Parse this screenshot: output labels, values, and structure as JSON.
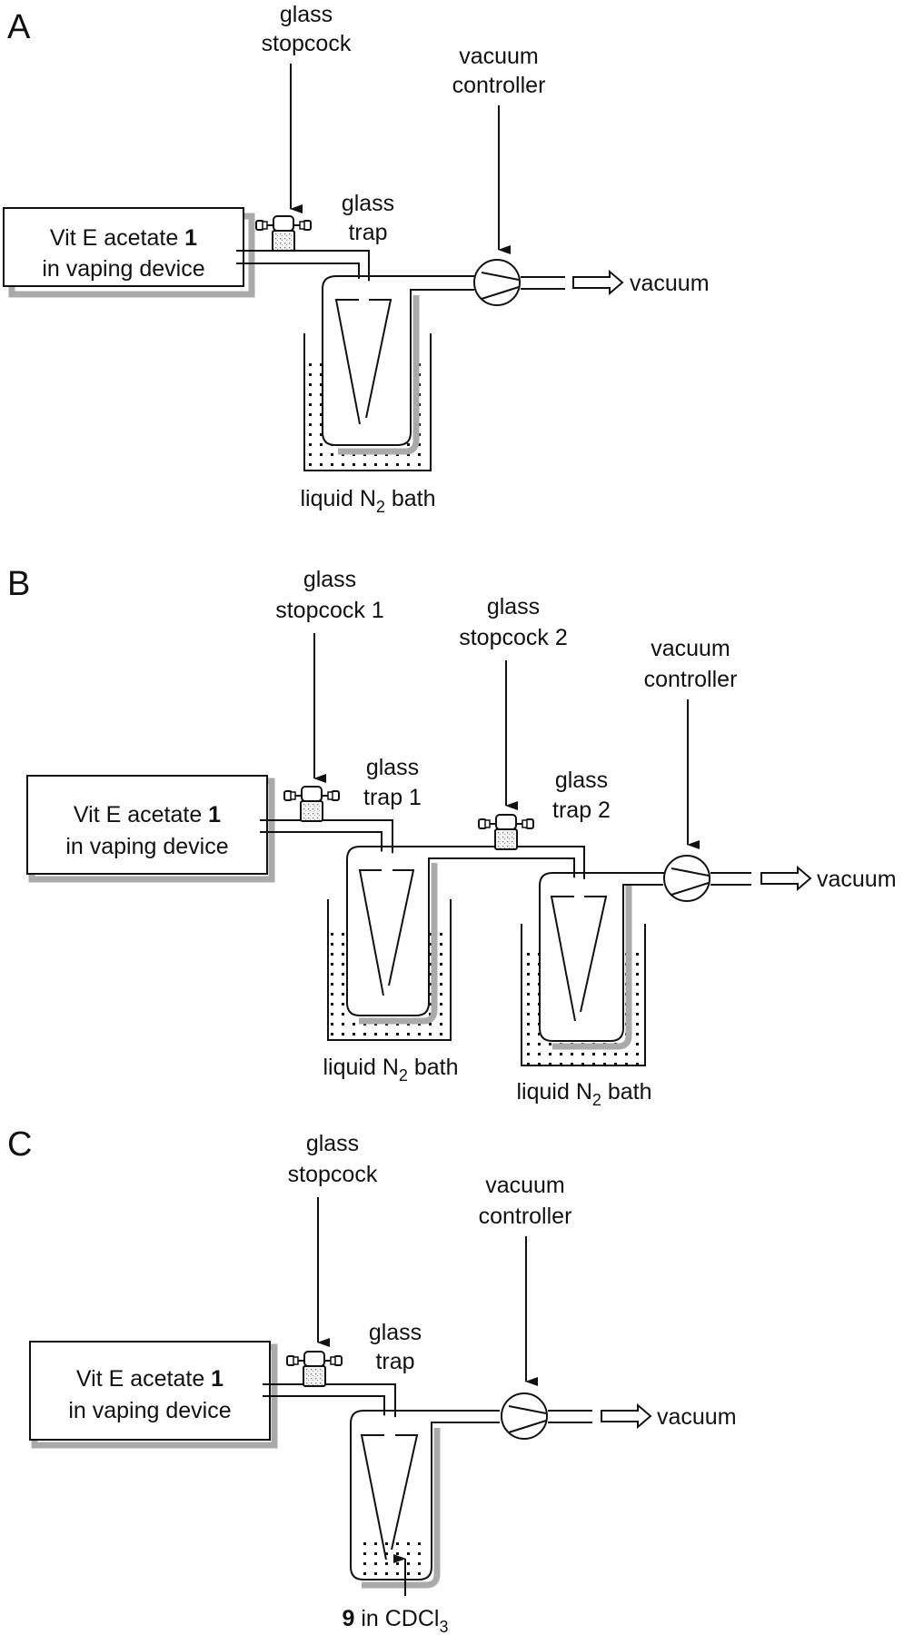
{
  "figure": {
    "panels": [
      {
        "id": "A",
        "letter": "A",
        "source_box": {
          "line1_prefix": "Vit E acetate ",
          "line1_bold": "1",
          "line2": "in vaping device"
        },
        "stopcock_label": [
          "glass",
          "stopcock"
        ],
        "traps": [
          {
            "label": [
              "glass",
              "trap"
            ],
            "bath_label_prefix": "liquid N",
            "bath_label_sub": "2",
            "bath_label_suffix": " bath"
          }
        ],
        "controller_label": [
          "vacuum",
          "controller"
        ],
        "vacuum_label": "vacuum"
      },
      {
        "id": "B",
        "letter": "B",
        "source_box": {
          "line1_prefix": "Vit E acetate ",
          "line1_bold": "1",
          "line2": "in vaping device"
        },
        "stopcock_labels": [
          [
            "glass",
            "stopcock 1"
          ],
          [
            "glass",
            "stopcock 2"
          ]
        ],
        "traps": [
          {
            "label": [
              "glass",
              "trap 1"
            ],
            "bath_label_prefix": "liquid N",
            "bath_label_sub": "2",
            "bath_label_suffix": " bath"
          },
          {
            "label": [
              "glass",
              "trap 2"
            ],
            "bath_label_prefix": "liquid N",
            "bath_label_sub": "2",
            "bath_label_suffix": " bath"
          }
        ],
        "controller_label": [
          "vacuum",
          "controller"
        ],
        "vacuum_label": "vacuum"
      },
      {
        "id": "C",
        "letter": "C",
        "source_box": {
          "line1_prefix": "Vit E acetate ",
          "line1_bold": "1",
          "line2": "in vaping device"
        },
        "stopcock_label": [
          "glass",
          "stopcock"
        ],
        "traps": [
          {
            "label": [
              "glass",
              "trap"
            ]
          }
        ],
        "contents_label": {
          "bold": "9",
          "text": " in CDCl",
          "sub": "3"
        },
        "controller_label": [
          "vacuum",
          "controller"
        ],
        "vacuum_label": "vacuum"
      }
    ]
  }
}
